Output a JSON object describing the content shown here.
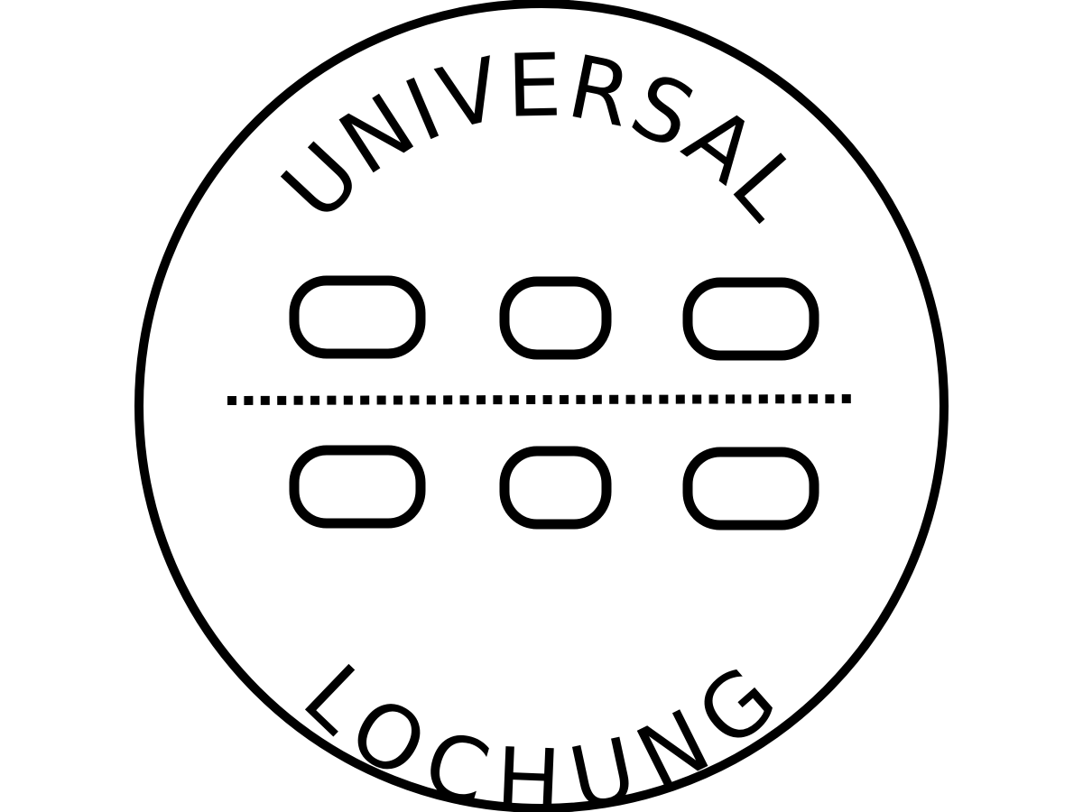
{
  "badge": {
    "top_text": "UNIVERSAL",
    "bottom_text": "LOCHUNG",
    "colors": {
      "stroke": "#000000",
      "background": "#ffffff"
    }
  },
  "holes": {
    "top_row": [
      "wide-slot",
      "narrow-slot",
      "wide-slot"
    ],
    "bottom_row": [
      "wide-slot",
      "narrow-slot",
      "wide-slot"
    ]
  },
  "divider": {
    "style": "dotted",
    "dash_count": 38
  }
}
